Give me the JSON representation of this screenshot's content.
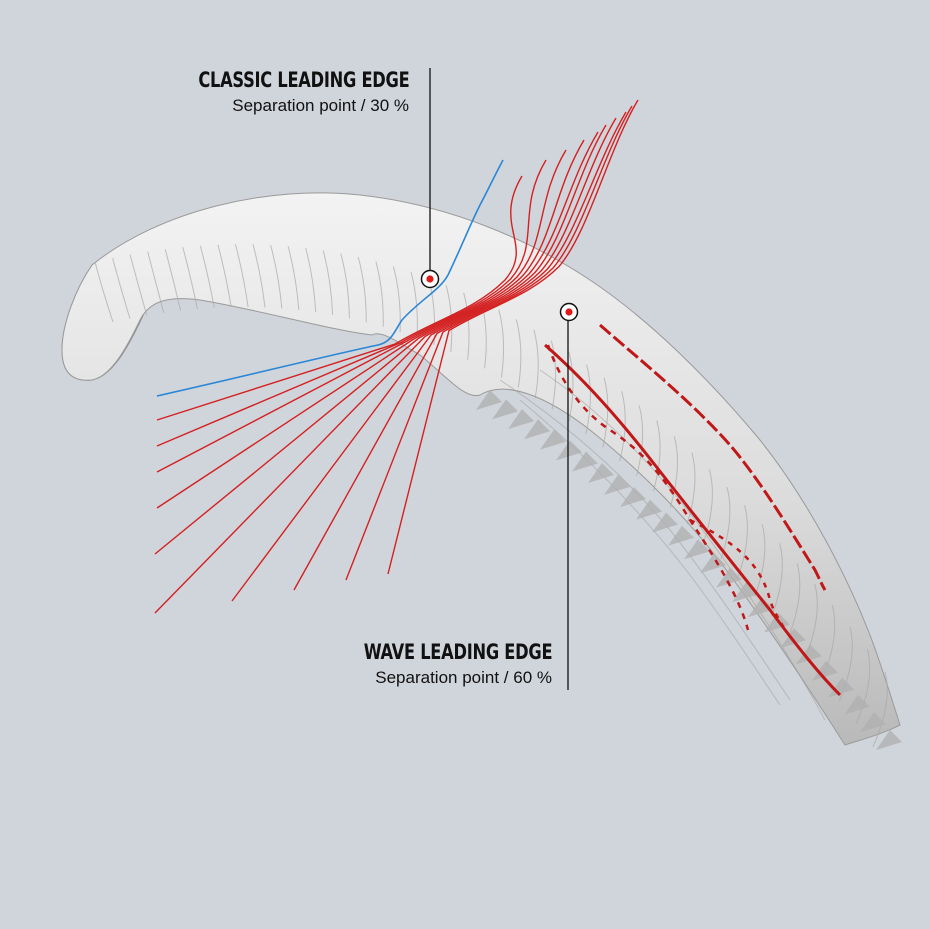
{
  "callouts": {
    "classic": {
      "title": "CLASSIC LEADING EDGE",
      "subtitle": "Separation point / 30 %"
    },
    "wave": {
      "title": "WAVE LEADING EDGE",
      "subtitle": "Separation point / 60 %"
    }
  },
  "colors": {
    "background": "#d0d5dc",
    "classic_line": "#2a86d6",
    "wave_lines": "#d42020",
    "marker": "#e01a1a"
  }
}
